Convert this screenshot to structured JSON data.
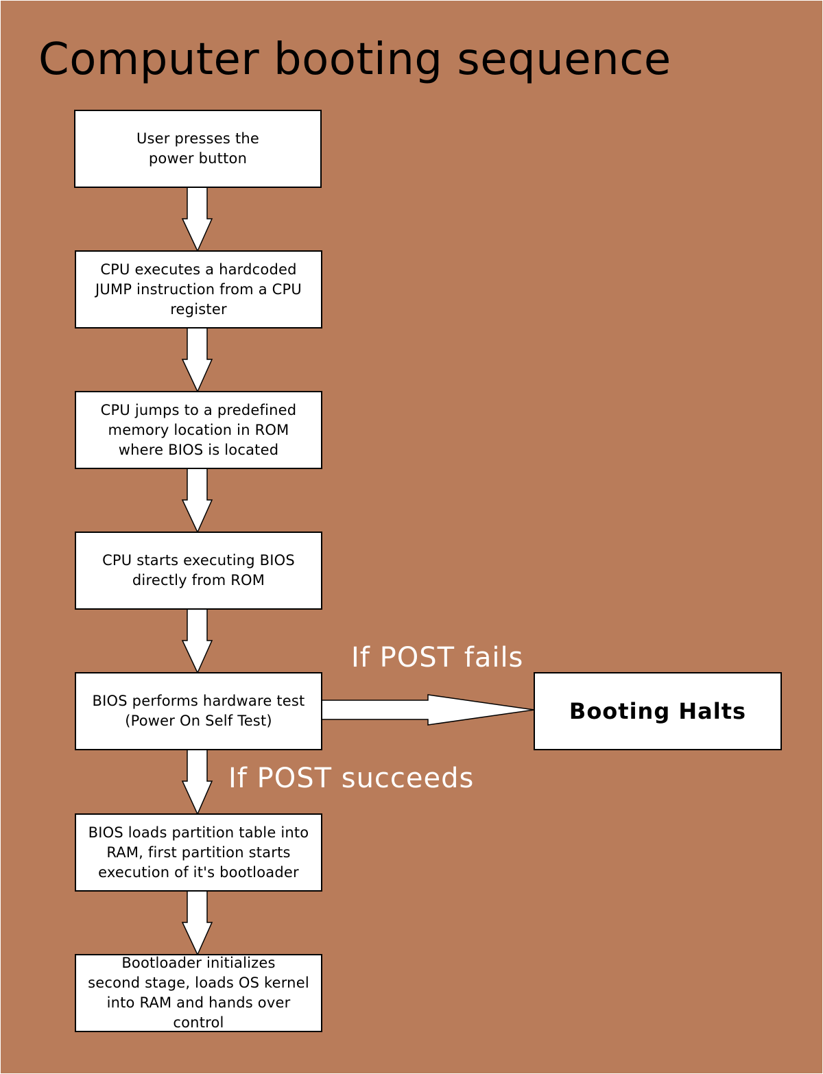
{
  "title": "Computer booting sequence",
  "colors": {
    "background": "#b97c5a",
    "box_fill": "#ffffff",
    "box_border": "#000000",
    "label_text": "#ffffff"
  },
  "steps": [
    "User presses the\npower button",
    "CPU executes a hardcoded\nJUMP instruction from a CPU\nregister",
    "CPU jumps to a predefined\nmemory location in ROM\nwhere BIOS is located",
    "CPU starts executing BIOS\ndirectly from ROM",
    "BIOS performs hardware test\n(Power On Self Test)",
    "BIOS loads partition table into\nRAM, first partition starts\nexecution of it's bootloader",
    "Bootloader initializes\nsecond stage, loads OS kernel\ninto RAM and hands over control"
  ],
  "halt": "Booting Halts",
  "branch_fail": "If POST fails",
  "branch_success": "If POST succeeds"
}
